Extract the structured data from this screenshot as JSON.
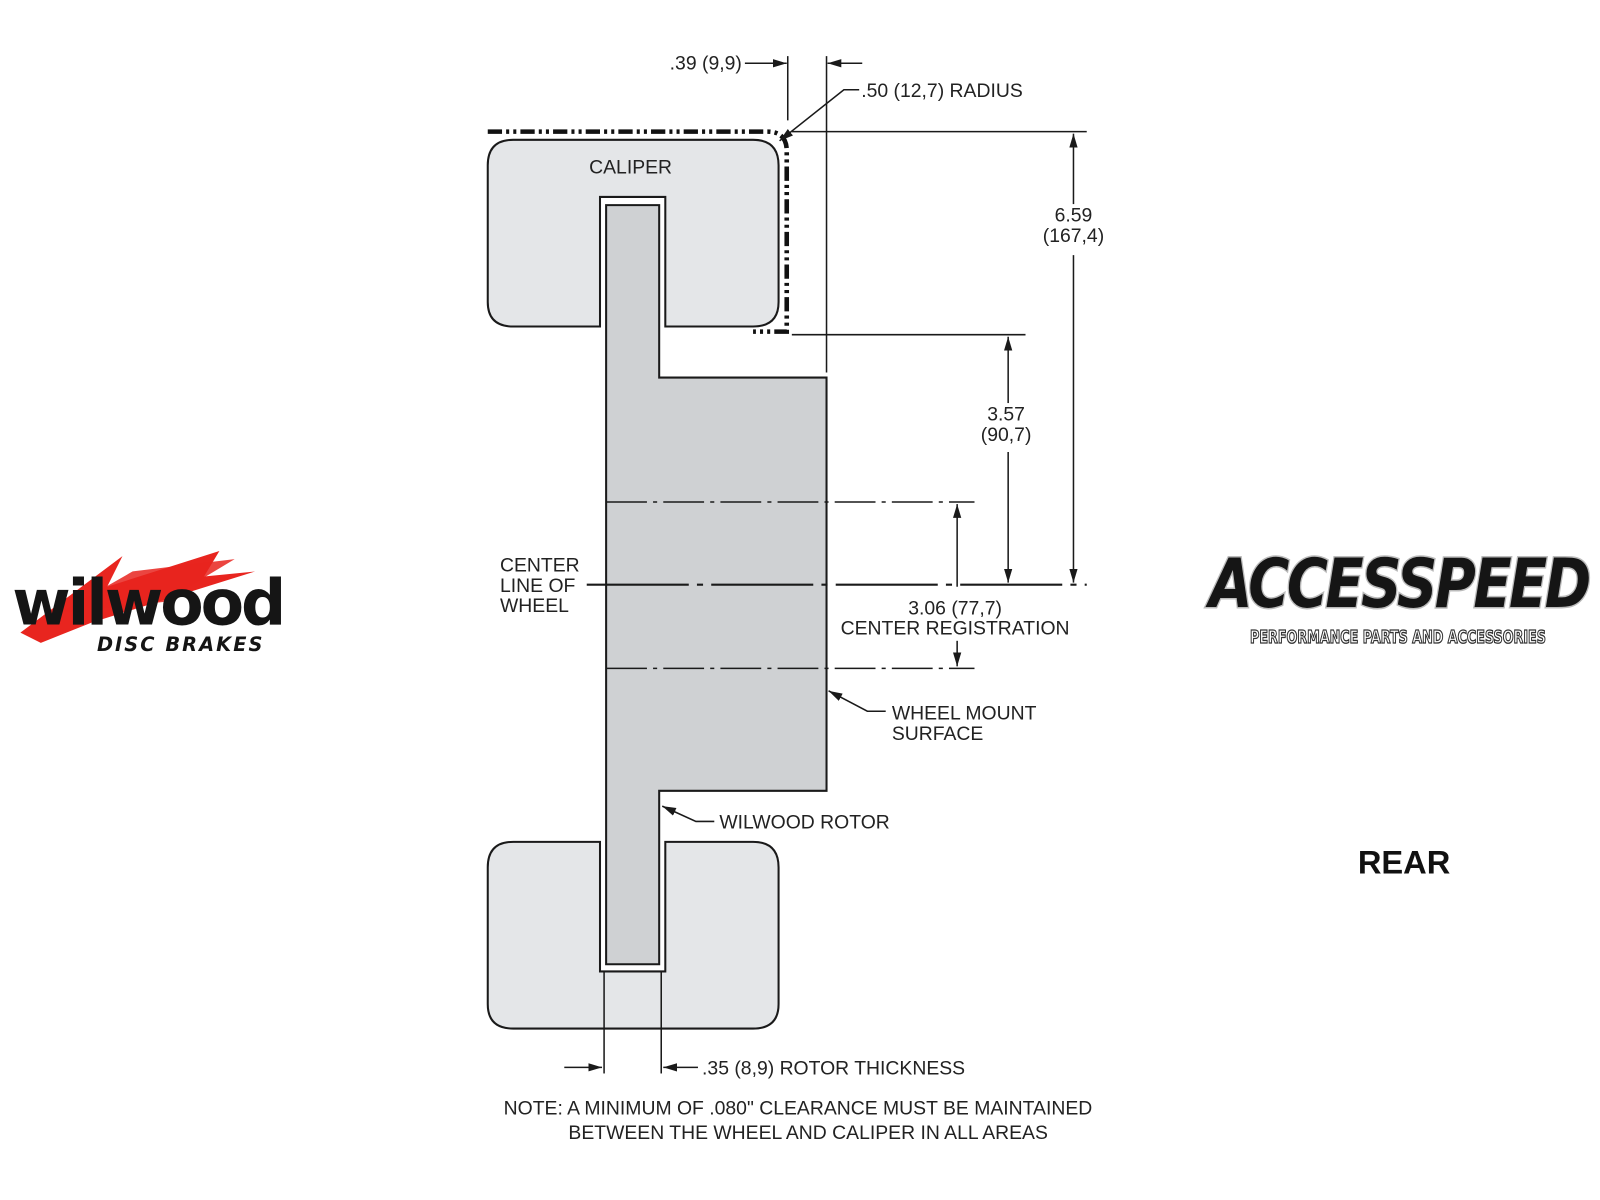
{
  "logos": {
    "left": {
      "brand": "wilwood",
      "tagline": "DISC BRAKES",
      "accent": "#e8251f"
    },
    "right": {
      "brand": "ACCESSPEED",
      "tagline": "PERFORMANCE PARTS AND ACCESSORIES"
    }
  },
  "diagram": {
    "caliper_label": "CALIPER",
    "gap_dim": ".39 (9,9)",
    "radius_dim": ".50 (12,7) RADIUS",
    "total_dim": {
      "in": "6.59",
      "mm": "(167,4)"
    },
    "upper_dim": {
      "in": "3.57",
      "mm": "(90,7)"
    },
    "center_reg": {
      "value": "3.06 (77,7)",
      "label": "CENTER REGISTRATION"
    },
    "center_line": [
      "CENTER",
      "LINE OF",
      "WHEEL"
    ],
    "wheel_mount": [
      "WHEEL MOUNT",
      "SURFACE"
    ],
    "rotor_label": "WILWOOD ROTOR",
    "rotor_thickness": ".35 (8,9) ROTOR THICKNESS",
    "note": [
      "NOTE: A MINIMUM OF .080\" CLEARANCE MUST BE MAINTAINED",
      "BETWEEN THE WHEEL AND CALIPER IN ALL AREAS"
    ],
    "position": "REAR",
    "colors": {
      "caliper": "#e4e6e8",
      "rotor": "#cfd1d3"
    }
  }
}
